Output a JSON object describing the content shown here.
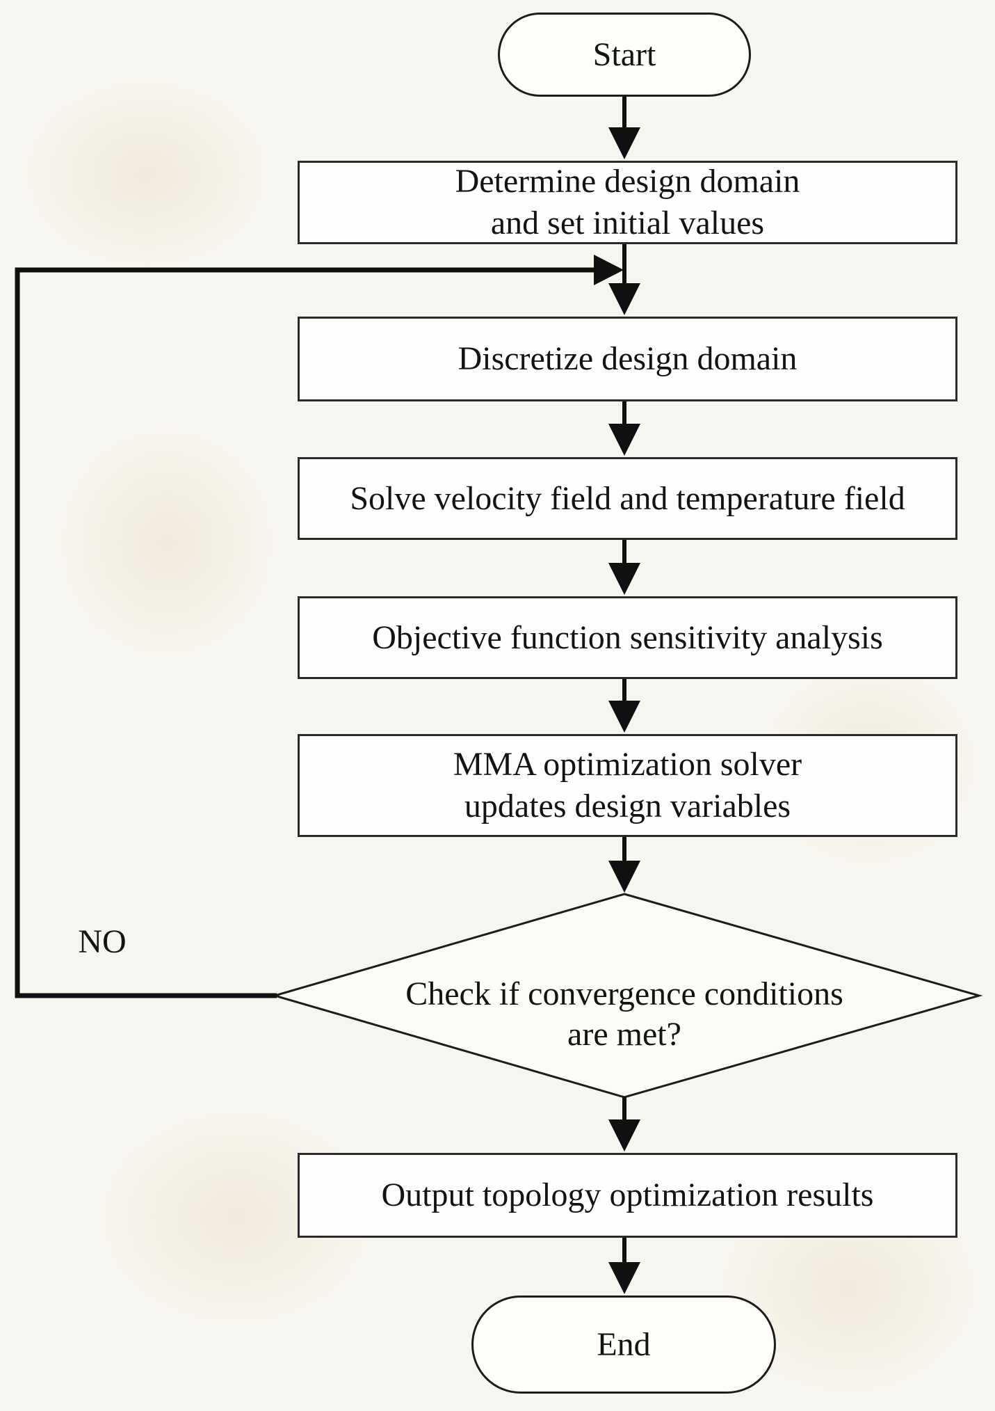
{
  "diagram": {
    "type": "flowchart",
    "colors": {
      "background": "#f7f5ef",
      "node_fill": "#fefefd",
      "stroke": "#1c1c1c",
      "arrow": "#101010",
      "text": "#131313"
    },
    "nodes": {
      "start": {
        "shape": "terminator",
        "label": "Start"
      },
      "determine": {
        "shape": "process",
        "label": "Determine design domain\nand set initial values"
      },
      "discretize": {
        "shape": "process",
        "label": "Discretize design domain"
      },
      "solve": {
        "shape": "process",
        "label": "Solve velocity field and temperature field"
      },
      "sensitivity": {
        "shape": "process",
        "label": "Objective function sensitivity analysis"
      },
      "mma": {
        "shape": "process",
        "label": "MMA optimization solver\nupdates design variables"
      },
      "convergence": {
        "shape": "decision",
        "label": "Check if convergence conditions\nare met?"
      },
      "output": {
        "shape": "process",
        "label": "Output topology optimization results"
      },
      "end": {
        "shape": "terminator",
        "label": "End"
      }
    },
    "edges": [
      {
        "from": "start",
        "to": "determine"
      },
      {
        "from": "determine",
        "to": "discretize"
      },
      {
        "from": "discretize",
        "to": "solve"
      },
      {
        "from": "solve",
        "to": "sensitivity"
      },
      {
        "from": "sensitivity",
        "to": "mma"
      },
      {
        "from": "mma",
        "to": "convergence"
      },
      {
        "from": "convergence",
        "to": "discretize",
        "label": "NO",
        "route": "left-loop"
      },
      {
        "from": "convergence",
        "to": "output"
      },
      {
        "from": "output",
        "to": "end"
      }
    ]
  }
}
